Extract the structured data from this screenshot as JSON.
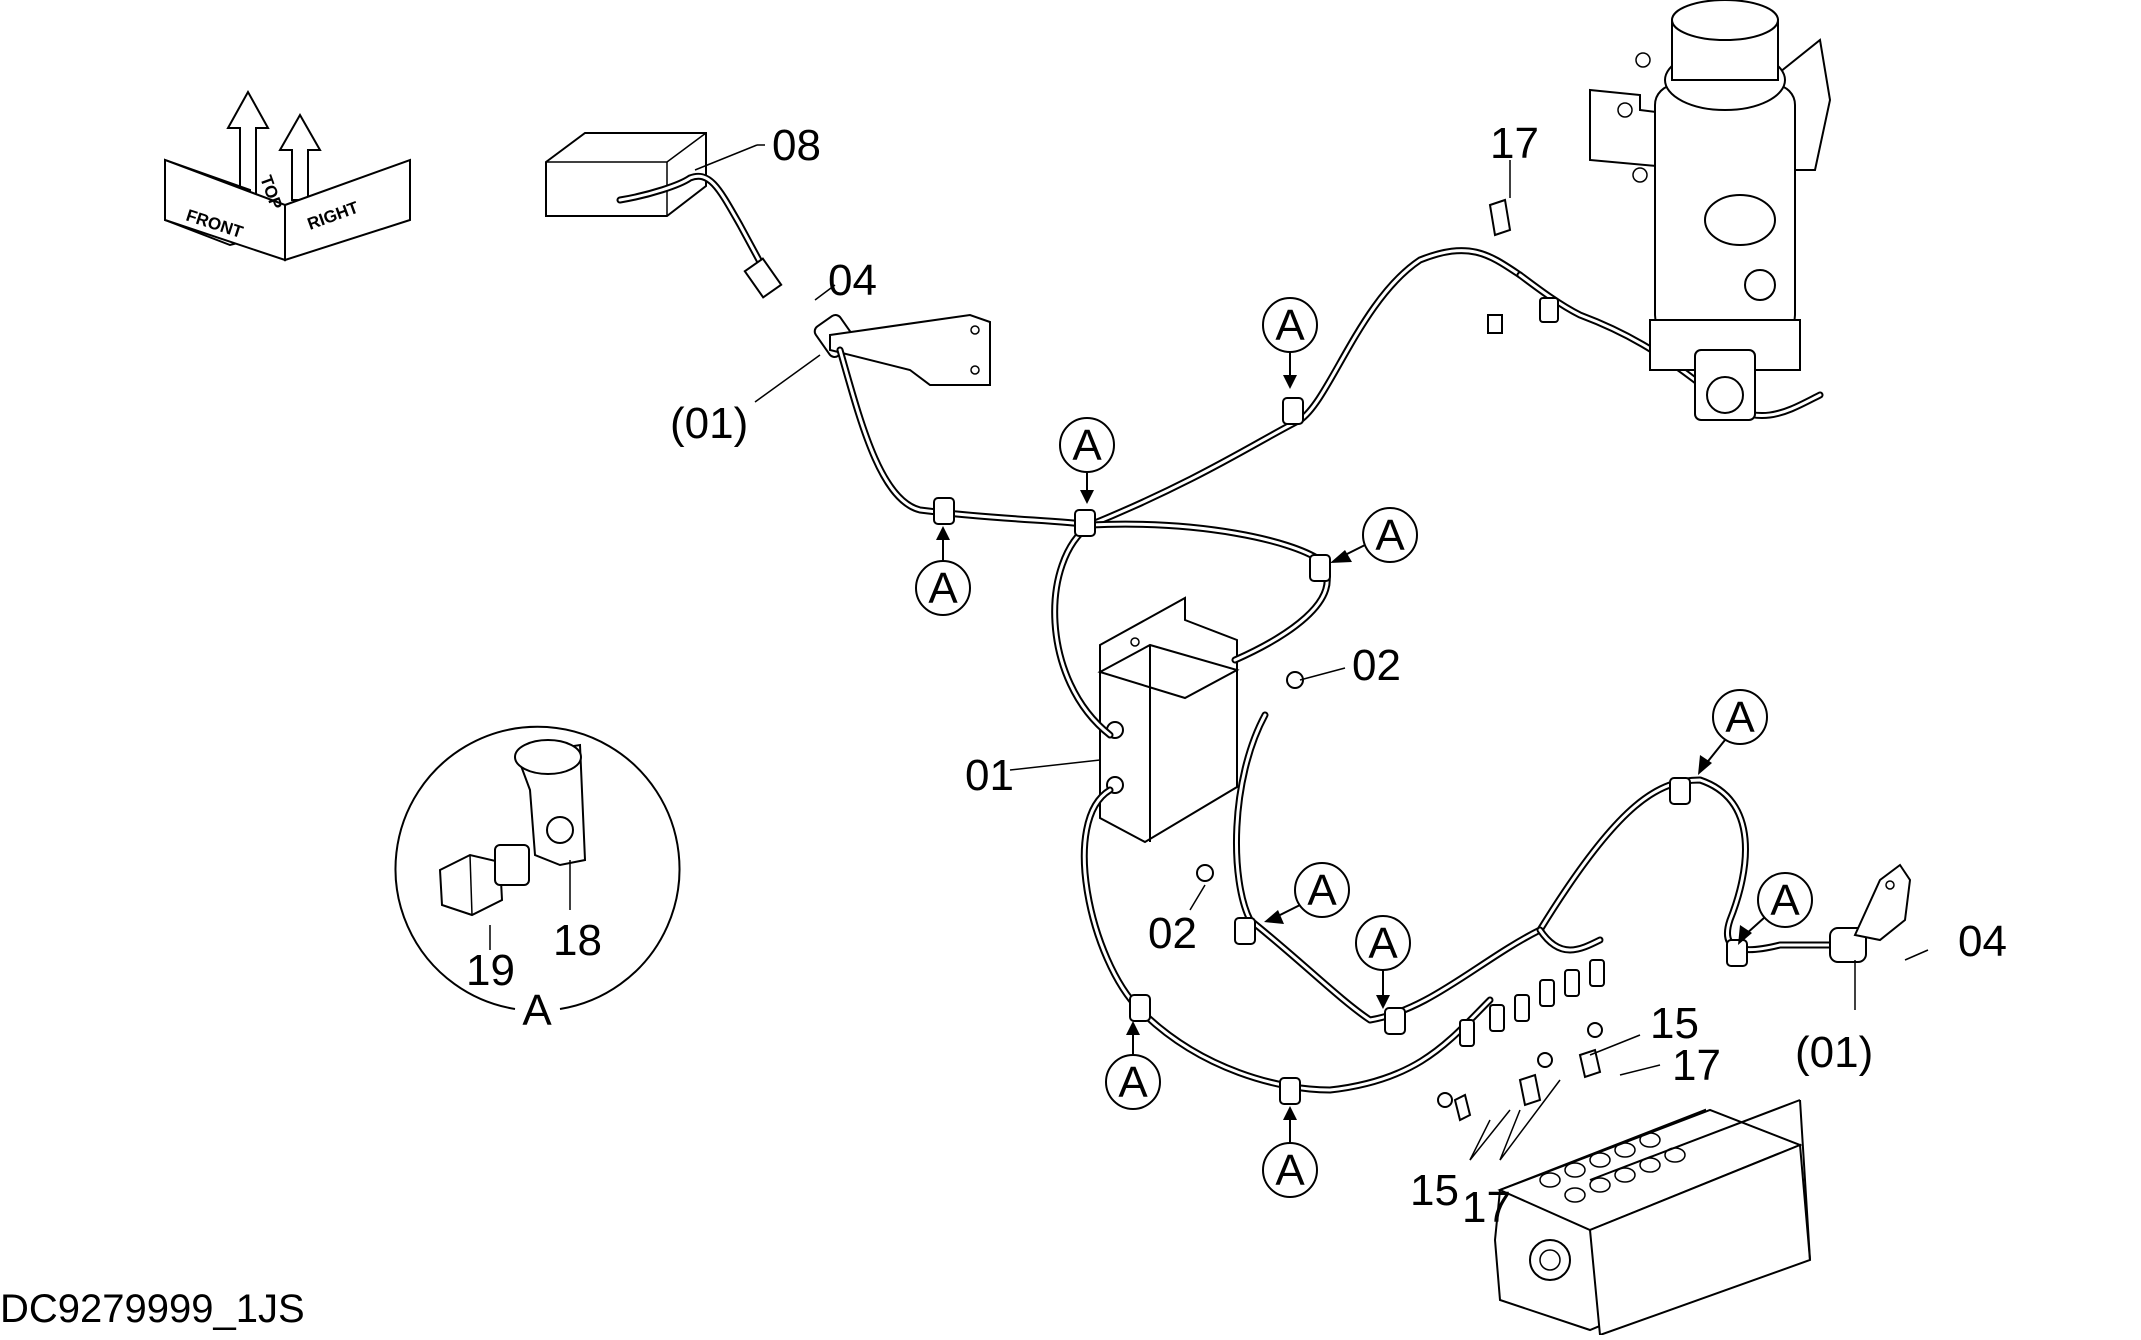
{
  "orientation": {
    "front": "FRONT",
    "top": "TOP",
    "right": "RIGHT"
  },
  "callouts": {
    "l08": "08",
    "l04a": "04",
    "l01a": "(01)",
    "l17a": "17",
    "l02a": "02",
    "l01": "01",
    "l02b": "02",
    "l04b": "04",
    "l01b": "(01)",
    "l15a": "15",
    "l17b": "17",
    "l15b": "15",
    "l17c": "17"
  },
  "detail": {
    "name": "A",
    "part_bolt": "19",
    "part_clamp": "18"
  },
  "clamp_marker": "A",
  "drawing_code": "DC9279999_1JS"
}
